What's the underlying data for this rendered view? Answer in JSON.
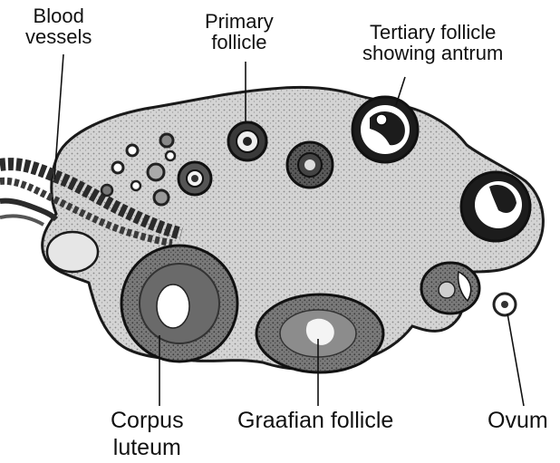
{
  "labels": {
    "blood_vessels": [
      "Blood",
      "vessels"
    ],
    "primary_follicle": [
      "Primary",
      "follicle"
    ],
    "tertiary_follicle": [
      "Tertiary follicle",
      "showing antrum"
    ],
    "corpus_luteum": [
      "Corpus",
      "luteum"
    ],
    "graafian_follicle": "Graafian follicle",
    "ovum": "Ovum"
  },
  "colors": {
    "stroma": "#d2d2d2",
    "outline": "#1a1a1a",
    "dark": "#2a2a2a",
    "text": "#111111"
  }
}
